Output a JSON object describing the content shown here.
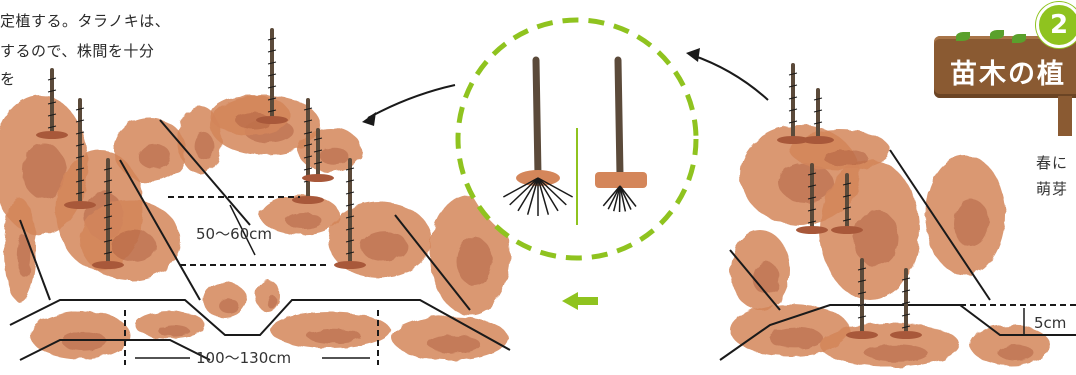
{
  "text": {
    "intro_line1": "定植する。タラノキは、",
    "intro_line2": "するので、株間を十分",
    "intro_line3": "を",
    "spacing_in_row": "50〜60cm",
    "spacing_between_rows": "100〜130cm",
    "depth": "5cm",
    "step_number": "2",
    "step_title": "苗木の植",
    "side_line1": "春に",
    "side_line2": "萌芽"
  },
  "colors": {
    "soil": "#d4865a",
    "soil_dark": "#a8583a",
    "accent_green": "#8fc31f",
    "stem": "#5b4a3a",
    "sign_wood": "#8a5a32",
    "line": "#1a1a1a"
  }
}
